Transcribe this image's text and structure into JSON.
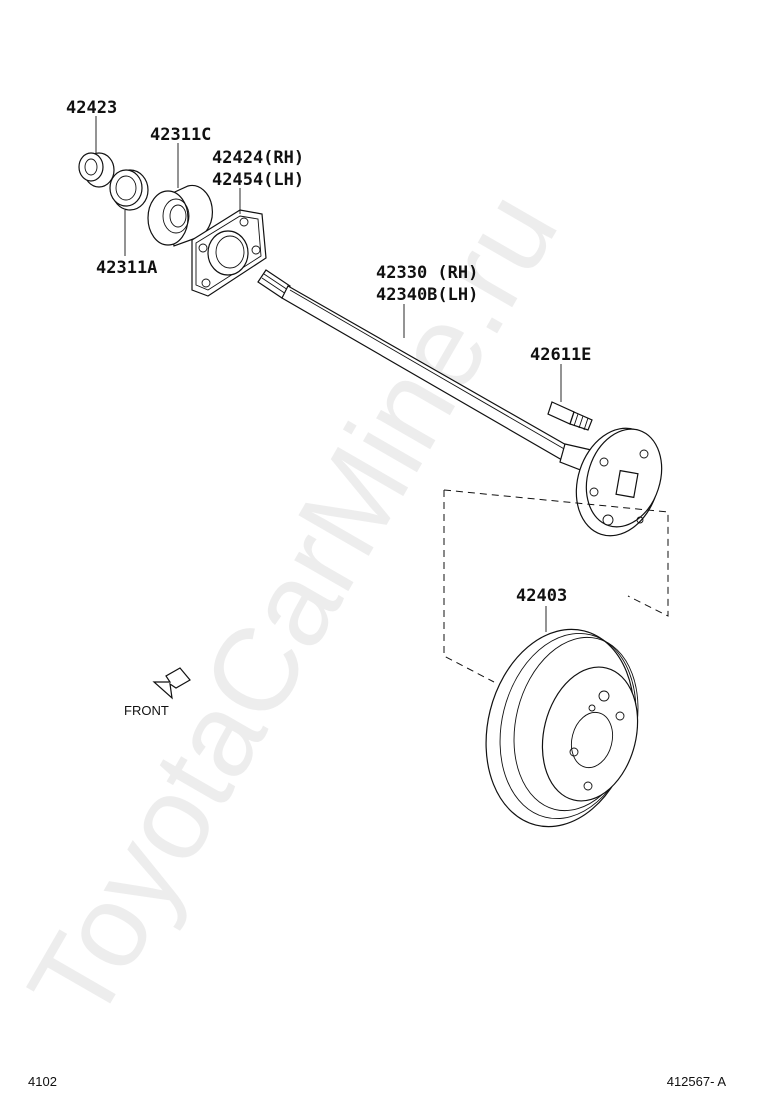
{
  "watermark": "ToyotaCarMine.ru",
  "parts": {
    "p42423": "42423",
    "p42311C": "42311C",
    "p42424": "42424(RH)",
    "p42454": "42454(LH)",
    "p42311A": "42311A",
    "p42330": "42330 (RH)",
    "p42340B": "42340B(LH)",
    "p42611E": "42611E",
    "p42403": "42403"
  },
  "front_label": "FRONT",
  "footer": {
    "left": "4102",
    "right": "412567- A"
  }
}
